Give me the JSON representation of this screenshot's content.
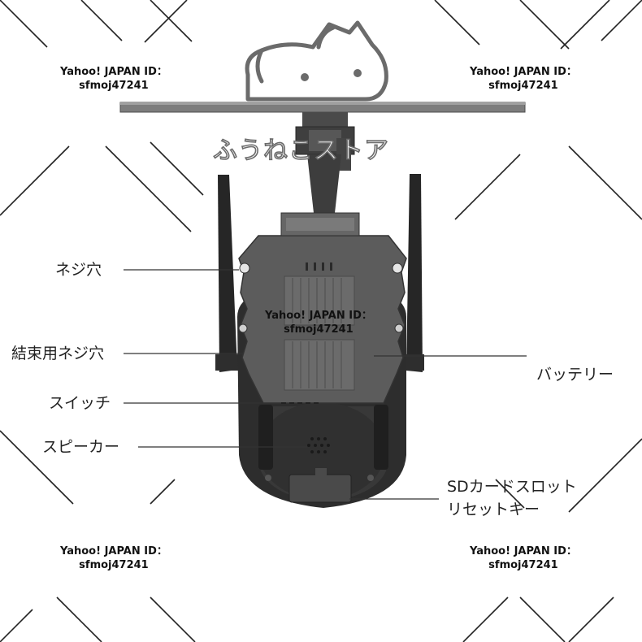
{
  "labels": {
    "screw_hole": "ネジ穴",
    "binding_screw_hole": "結束用ネジ穴",
    "switch": "スイッチ",
    "speaker": "スピーカー",
    "battery": "バッテリー",
    "sd_slot": "SDカードスロット",
    "reset_key": "リセットキー"
  },
  "watermark": {
    "line1": "Yahoo! JAPAN ID：",
    "line2": "sfmoj47241"
  },
  "shop_logo": {
    "text": "ふうねこストア"
  },
  "colors": {
    "background": "#ffffff",
    "camera_body": "#3a3a3a",
    "back_panel": "#5c5c5c",
    "leader_line": "#333333"
  }
}
